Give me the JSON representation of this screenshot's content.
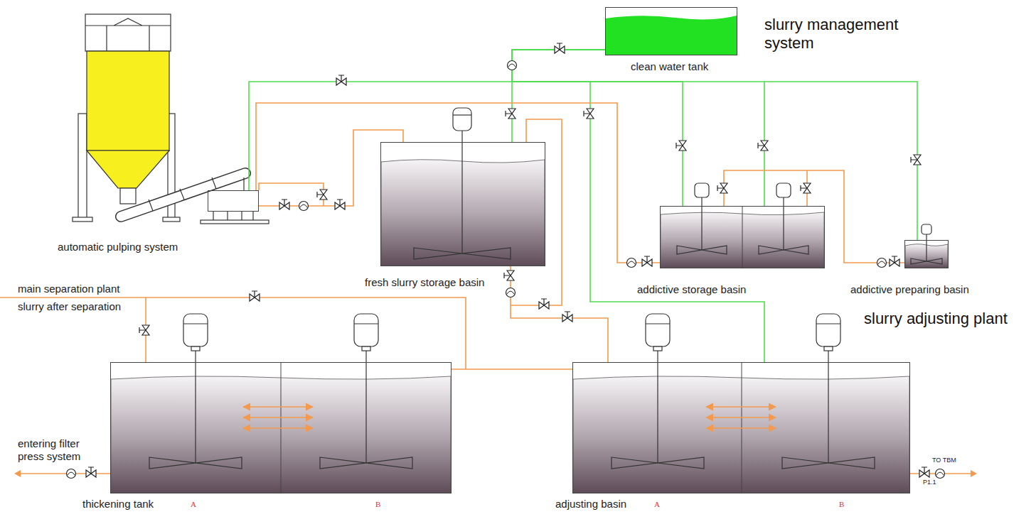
{
  "diagram": {
    "nodes": [
      {
        "text": [
          "clean water tank"
        ]
      },
      {
        "text": [
          "automatic pulping system"
        ]
      },
      {
        "text": [
          "fresh slurry storage basin"
        ]
      },
      {
        "text": [
          "addictive storage basin"
        ]
      },
      {
        "text": [
          "addictive preparing basin"
        ]
      },
      {
        "text": [
          "thickening tank"
        ]
      },
      {
        "text": [
          "adjusting basin"
        ]
      }
    ],
    "edges": [
      {
        "from": 0,
        "to": 1,
        "arrow": "none"
      },
      {
        "from": 0,
        "to": 2,
        "arrow": "none"
      },
      {
        "from": 0,
        "to": 3,
        "arrow": "none"
      },
      {
        "from": 0,
        "to": 4,
        "arrow": "none"
      },
      {
        "from": 0,
        "to": 6,
        "arrow": "none"
      },
      {
        "from": 1,
        "to": 2,
        "arrow": "none"
      },
      {
        "from": 3,
        "to": 1,
        "arrow": "none"
      },
      {
        "from": 4,
        "to": 3,
        "arrow": "none"
      },
      {
        "from": 2,
        "to": 6,
        "arrow": "none"
      },
      {
        "from": 5,
        "to": 6,
        "arrow": "none"
      }
    ],
    "labels": [
      "slurry management system",
      "main separation plant",
      "slurry after separation",
      "entering filter press system",
      "A",
      "B",
      "A",
      "B",
      "slurry adjusting plant",
      "TO TBM",
      "P1.1"
    ]
  }
}
